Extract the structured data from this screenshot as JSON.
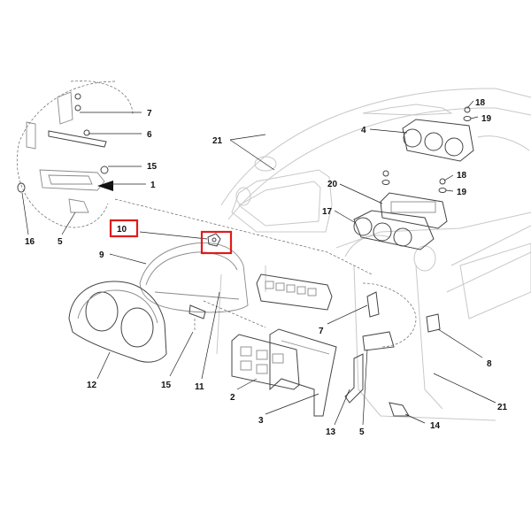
{
  "diagram": {
    "callouts": {
      "c1": "1",
      "c2": "2",
      "c3": "3",
      "c4": "4",
      "c5a": "5",
      "c5b": "5",
      "c6": "6",
      "c7a": "7",
      "c7b": "7",
      "c8": "8",
      "c9": "9",
      "c10": "10",
      "c11": "11",
      "c12": "12",
      "c13": "13",
      "c14": "14",
      "c15a": "15",
      "c15b": "15",
      "c16": "16",
      "c17": "17",
      "c18a": "18",
      "c18b": "18",
      "c19a": "19",
      "c19b": "19",
      "c20": "20",
      "c21a": "21",
      "c21b": "21"
    },
    "highlight_color": "#e01b1b"
  }
}
